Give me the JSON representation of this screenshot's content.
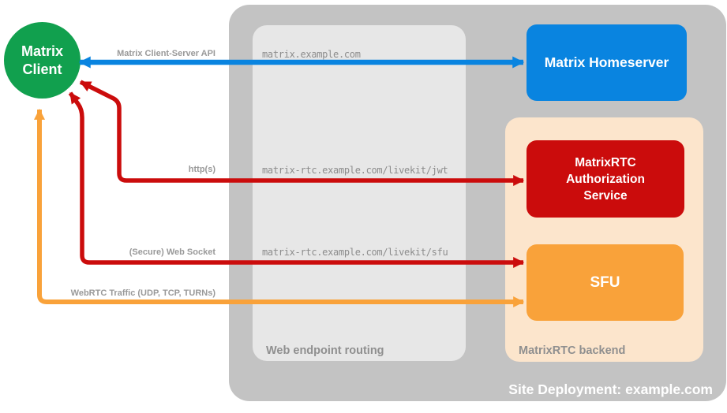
{
  "diagram": {
    "client": {
      "lines": [
        "Matrix",
        "Client"
      ],
      "color": "#11a04e"
    },
    "site": {
      "label": "Site Deployment: example.com",
      "bg": "#c3c3c3"
    },
    "routing": {
      "label": "Web endpoint routing",
      "bg": "#e7e7e7",
      "endpoints": [
        "matrix.example.com",
        "matrix-rtc.example.com/livekit/jwt",
        "matrix-rtc.example.com/livekit/sfu"
      ]
    },
    "backend": {
      "label": "MatrixRTC backend",
      "bg": "#fce5cc"
    },
    "nodes": {
      "homeserver": {
        "label": "Matrix Homeserver",
        "color": "#0984e0"
      },
      "auth": {
        "lines": [
          "MatrixRTC",
          "Authorization",
          "Service"
        ],
        "color": "#cb0c0c"
      },
      "sfu": {
        "label": "SFU",
        "color": "#f9a23a"
      }
    },
    "arrows": [
      {
        "id": "matrix-client-server-api",
        "label": "Matrix Client-Server API",
        "color": "#0984e0"
      },
      {
        "id": "https",
        "label": "http(s)",
        "color": "#cb0c0c"
      },
      {
        "id": "secure-web-socket",
        "label": "(Secure) Web Socket",
        "color": "#cb0c0c"
      },
      {
        "id": "webrtc-traffic",
        "label": "WebRTC Traffic (UDP, TCP, TURNs)",
        "color": "#f9a23a"
      }
    ]
  }
}
